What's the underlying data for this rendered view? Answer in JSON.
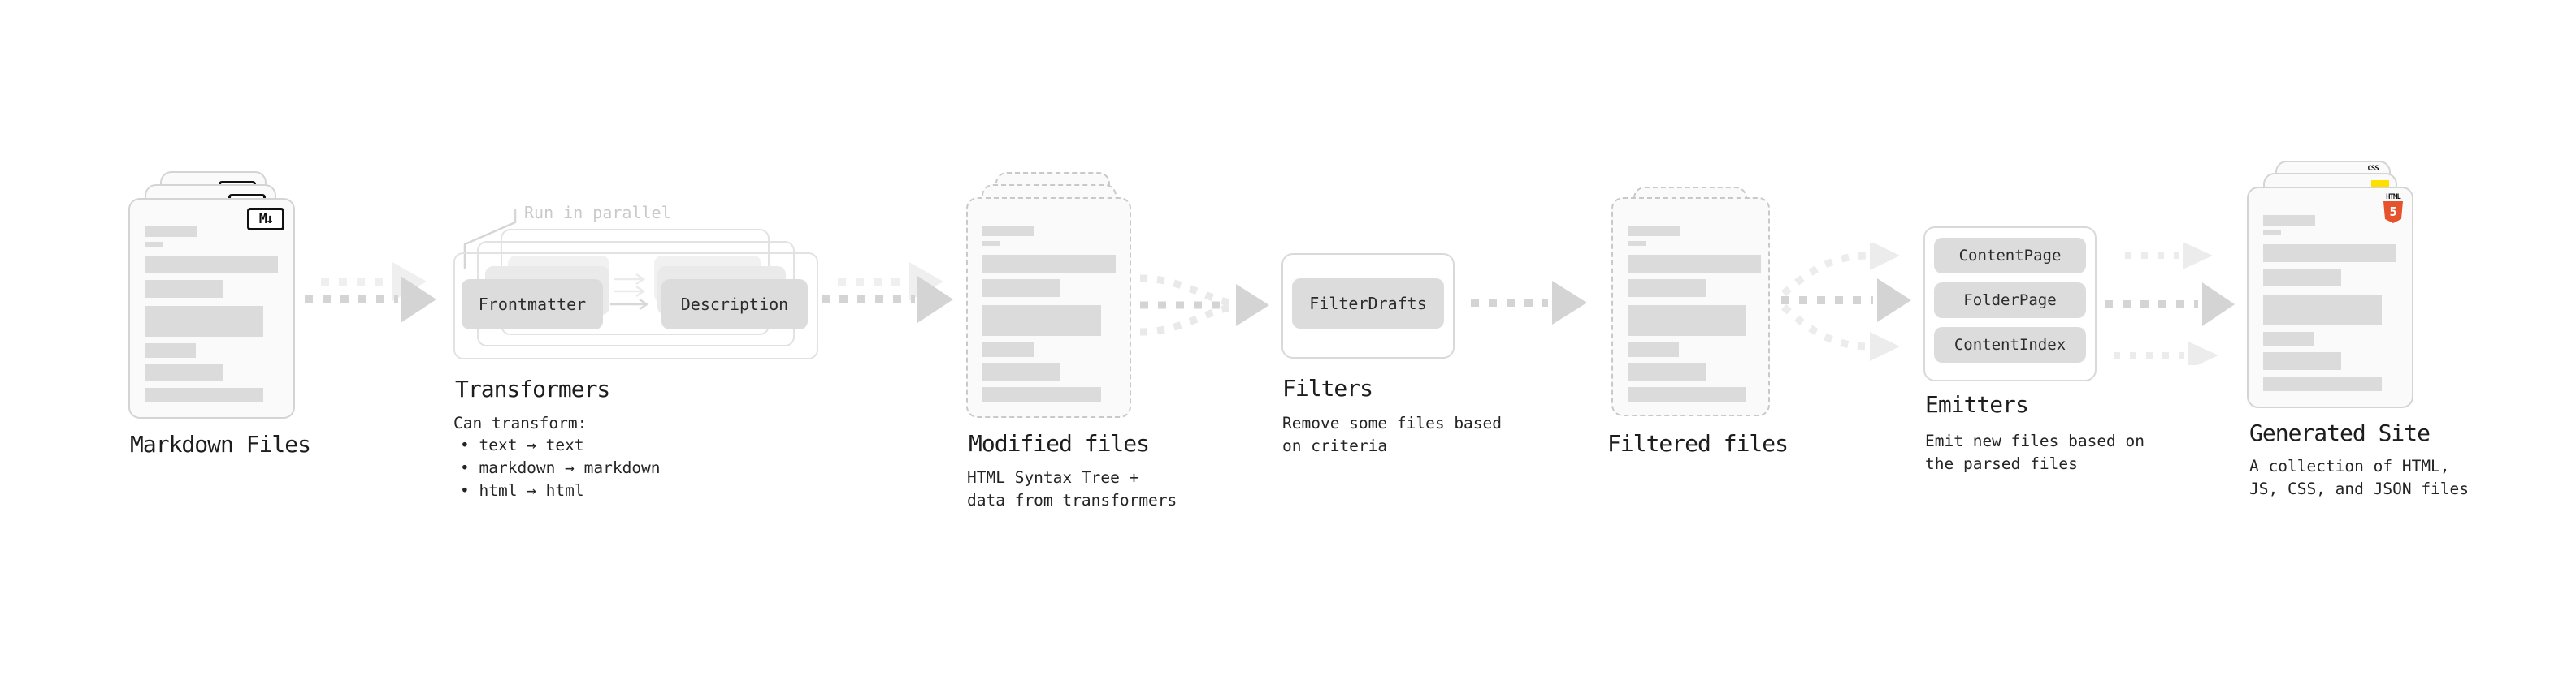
{
  "stages": {
    "markdown": {
      "title": "Markdown Files",
      "badge": "M↓"
    },
    "transformers": {
      "title": "Transformers",
      "annotation": "Run in parallel",
      "pill_left": "Frontmatter",
      "pill_right": "Description",
      "desc_heading": "Can transform:",
      "bullets": [
        "• text → text",
        "• markdown → markdown",
        "• html → html"
      ]
    },
    "modified": {
      "title": "Modified files",
      "desc": [
        "HTML Syntax Tree +",
        "data from transformers"
      ]
    },
    "filters": {
      "title": "Filters",
      "pill": "FilterDrafts",
      "desc": [
        "Remove some files based",
        "on criteria"
      ]
    },
    "filtered": {
      "title": "Filtered files"
    },
    "emitters": {
      "title": "Emitters",
      "pills": [
        "ContentPage",
        "FolderPage",
        "ContentIndex"
      ],
      "desc": [
        "Emit new files based on",
        "the parsed files"
      ]
    },
    "generated": {
      "title": "Generated Site",
      "desc": [
        "A collection of HTML,",
        "JS, CSS, and JSON files"
      ],
      "badge_html": "HTML",
      "badge_html_number": "5",
      "badge_css": "CSS"
    }
  },
  "colors": {
    "html_orange": "#e5532d",
    "css_blue": "#2c62f0",
    "js_yellow": "#ffdf00",
    "annotation_gray": "#c9c9c9",
    "arrow_dark": "#d4d4d4",
    "arrow_light": "#ececec",
    "pill_gray": "#dcdcdc",
    "card_border": "#d4d4d4"
  }
}
